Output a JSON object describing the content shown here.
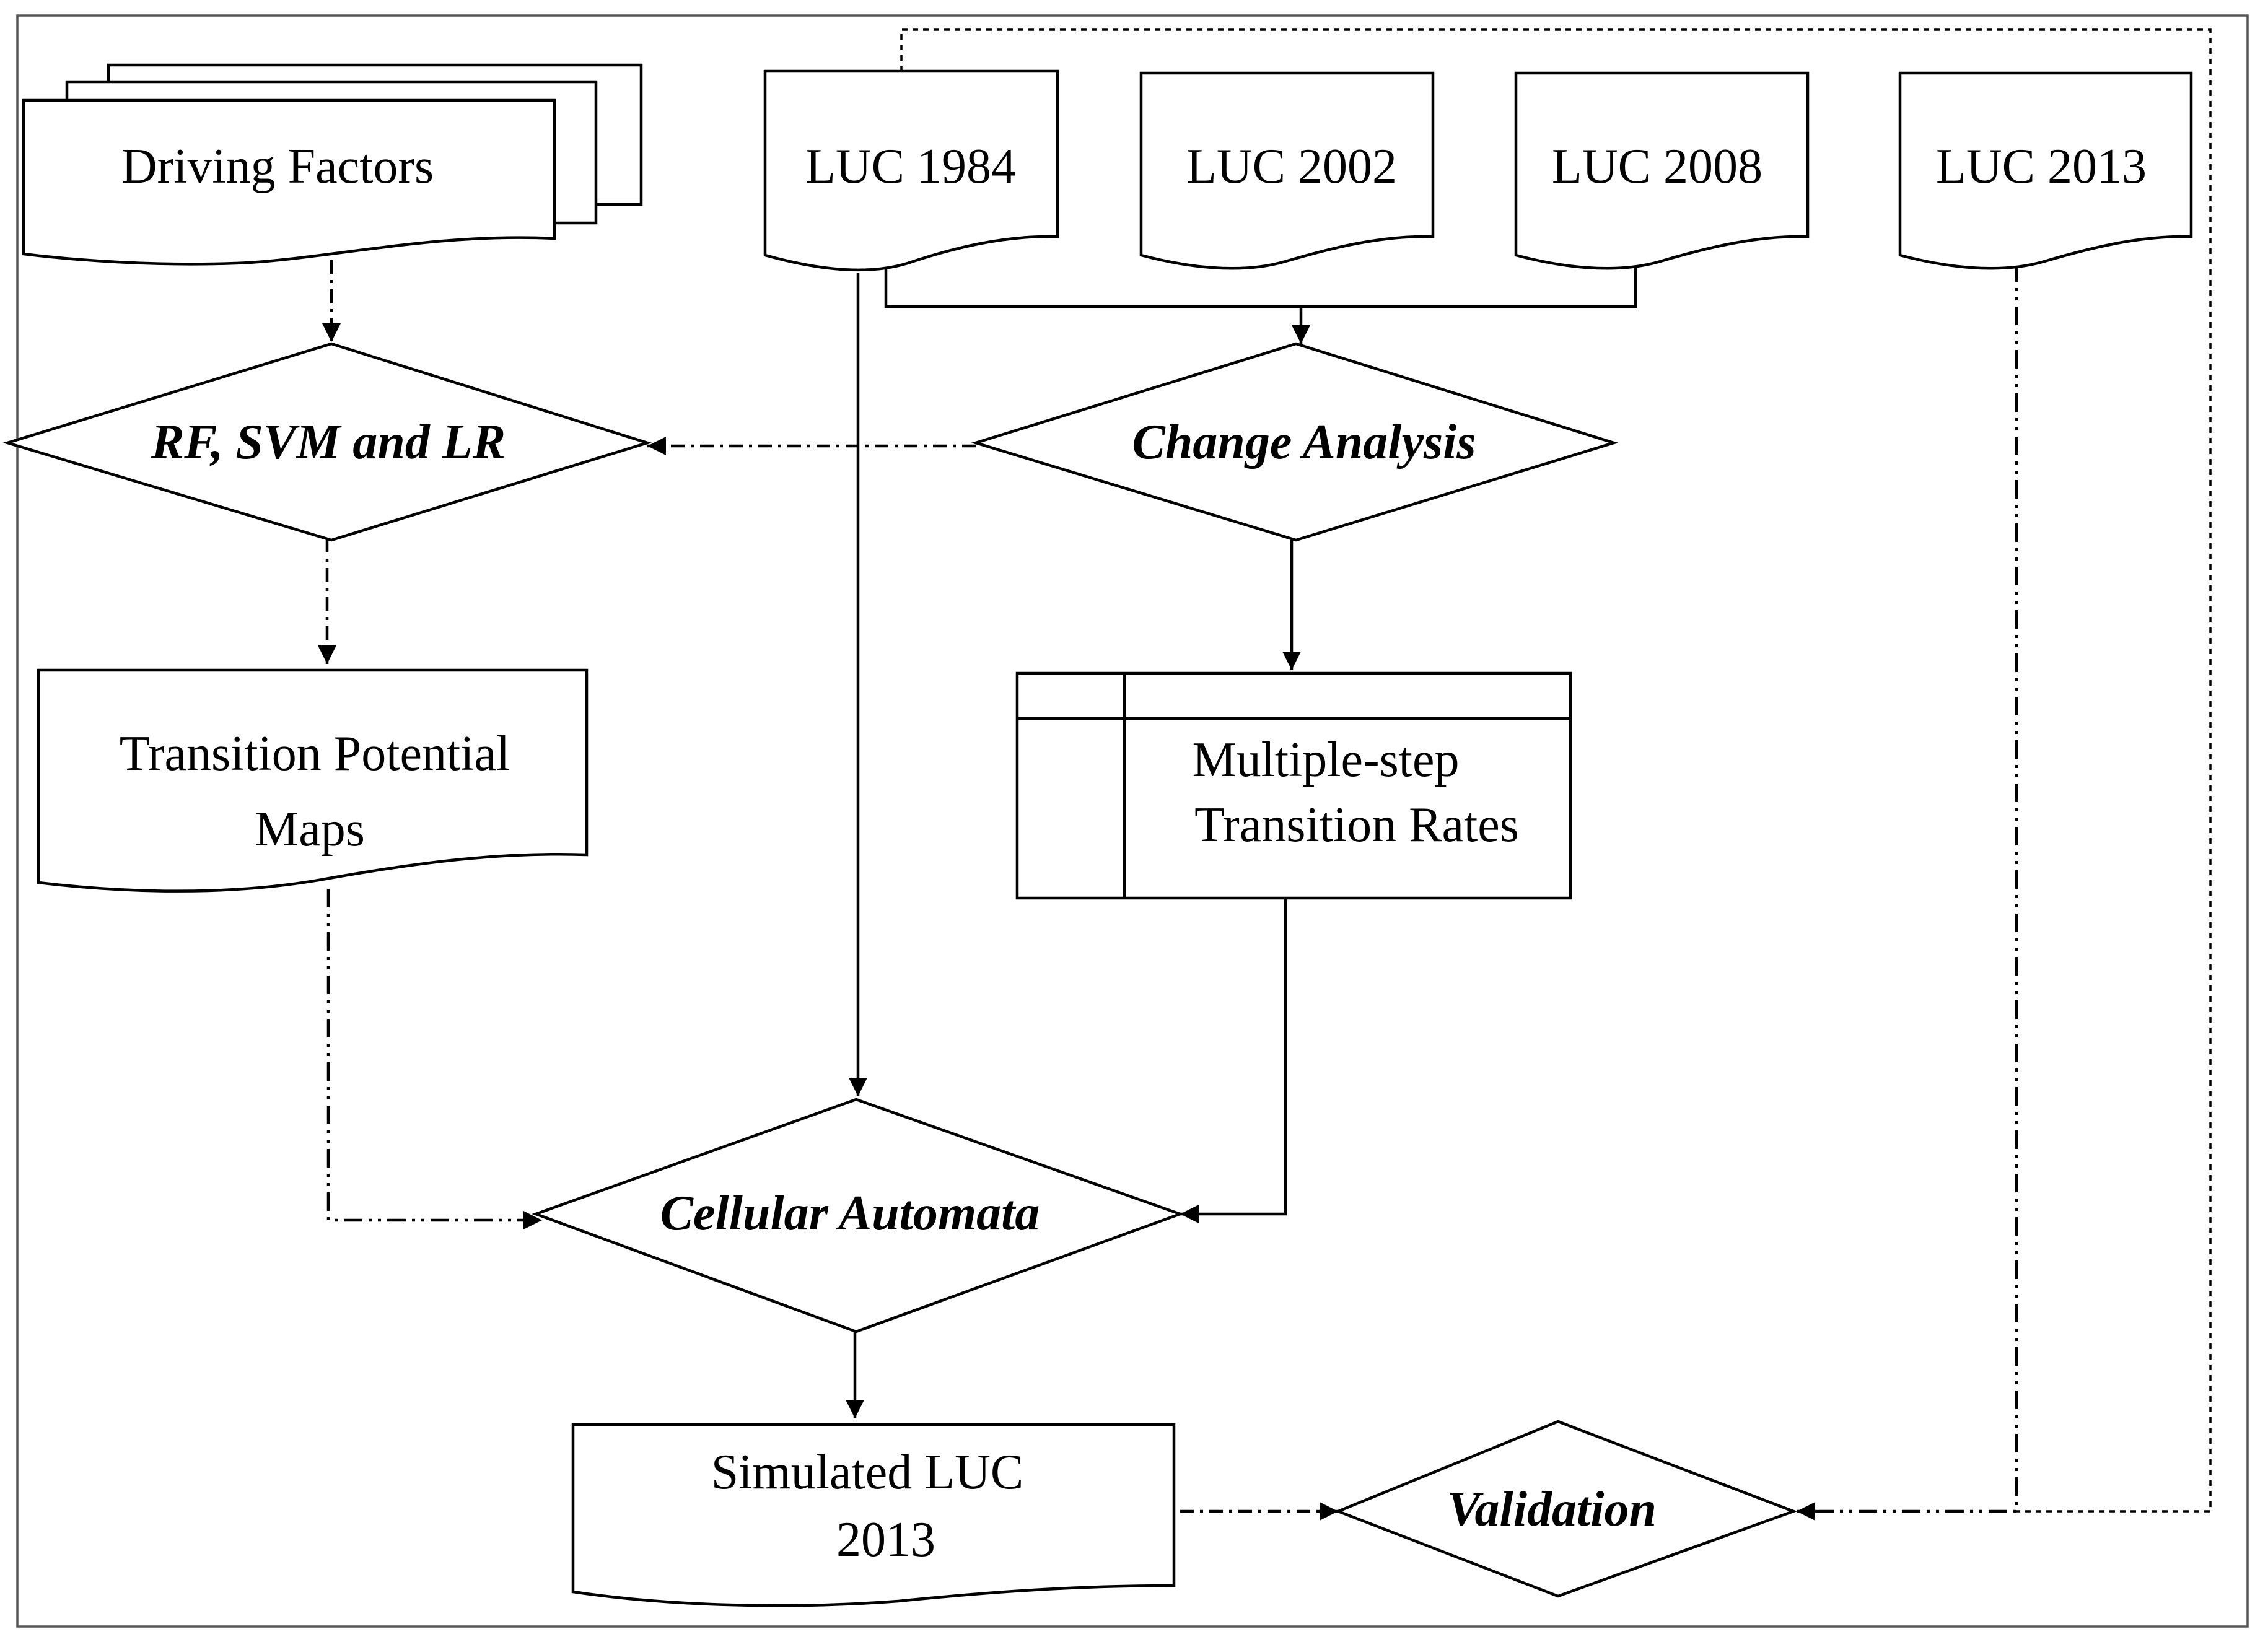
{
  "nodes": {
    "driving_factors": "Driving Factors",
    "luc_1984": "LUC 1984",
    "luc_2002": "LUC 2002",
    "luc_2008": "LUC 2008",
    "luc_2013": "LUC 2013",
    "rf_svm_lr": "RF, SVM and LR",
    "change_analysis": "Change Analysis",
    "transition_potential": [
      "Transition Potential",
      "Maps"
    ],
    "transition_rates": [
      "Multiple-step",
      "Transition Rates"
    ],
    "cellular_automata": "Cellular Automata",
    "simulated_luc": [
      "Simulated LUC",
      "2013"
    ],
    "validation": "Validation"
  }
}
